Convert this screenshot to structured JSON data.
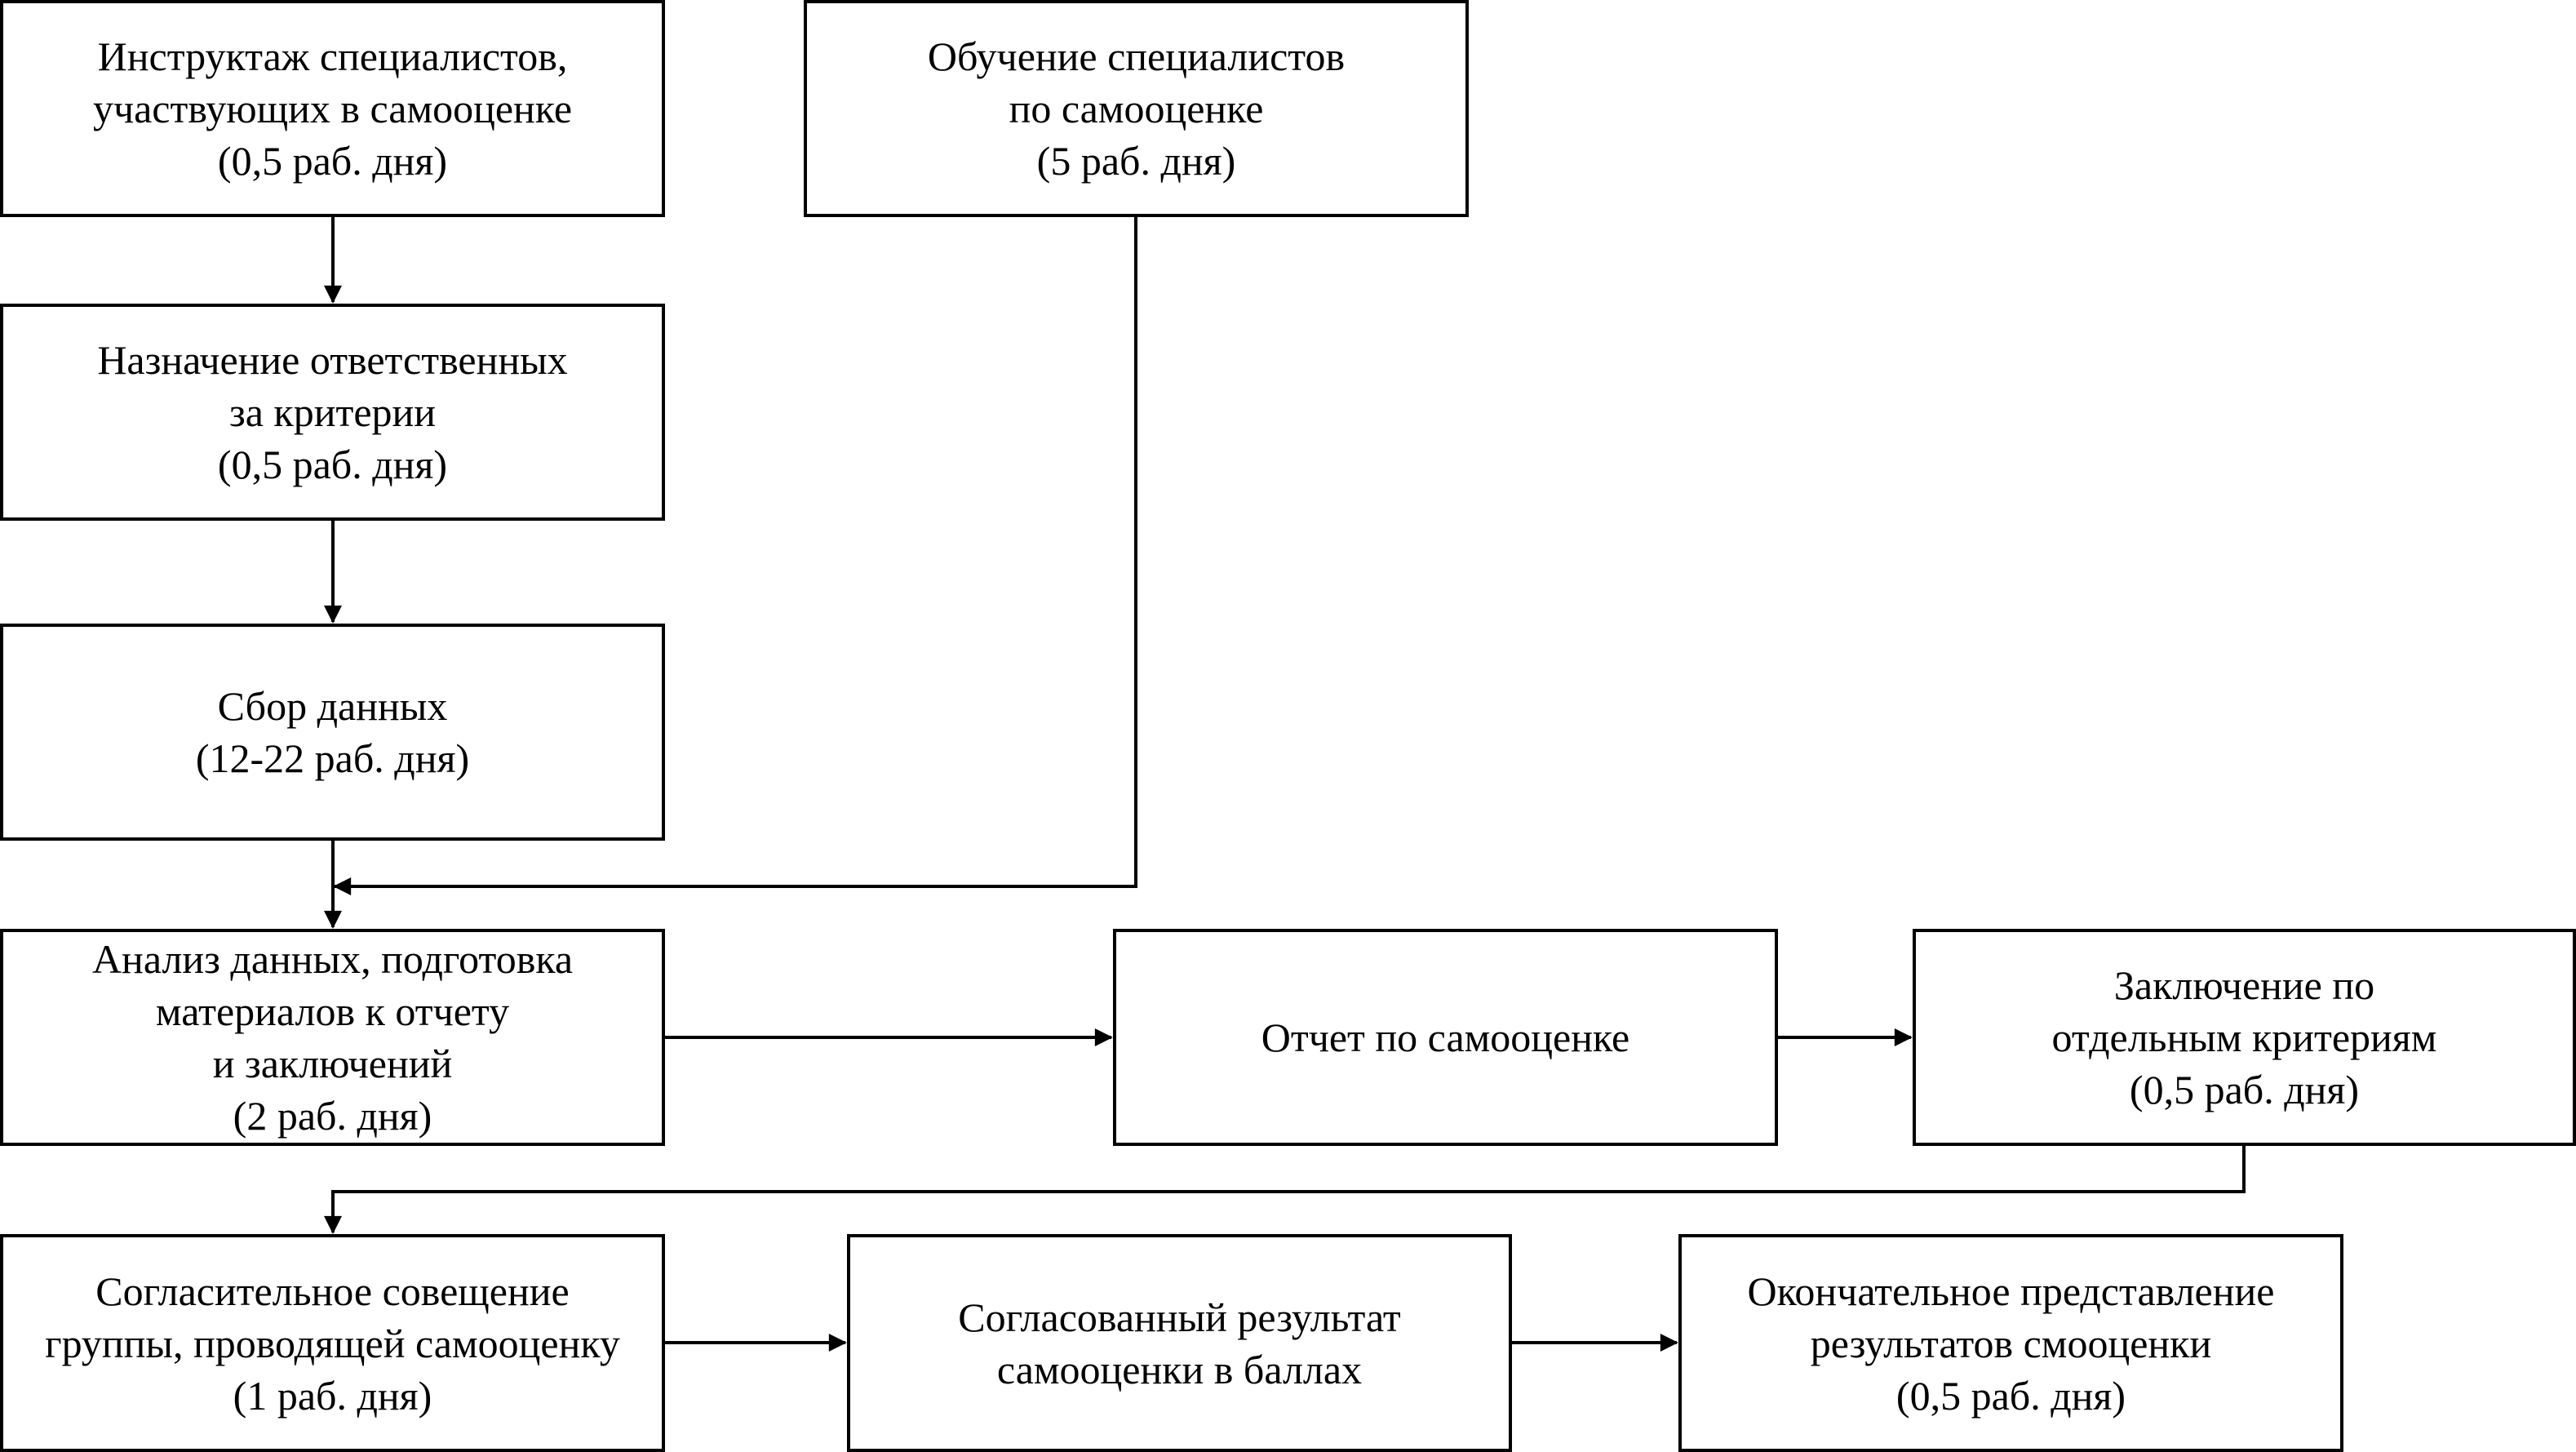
{
  "nodes": {
    "instruction": {
      "lines": [
        "Инструктаж специалистов,",
        "участвующих в самооценке",
        "(0,5 раб. дня)"
      ]
    },
    "training": {
      "lines": [
        "Обучение специалистов",
        "по самооценке",
        "(5 раб. дня)"
      ]
    },
    "assignment": {
      "lines": [
        "Назначение ответственных",
        "за критерии",
        "(0,5 раб. дня)"
      ]
    },
    "collection": {
      "lines": [
        "Сбор данных",
        "(12-22 раб. дня)"
      ]
    },
    "analysis": {
      "lines": [
        "Анализ данных, подготовка",
        "материалов к отчету",
        "и заключений",
        "(2 раб. дня)"
      ]
    },
    "report": {
      "lines": [
        "Отчет по самооценке"
      ]
    },
    "conclusion": {
      "lines": [
        "Заключение по",
        "отдельным критериям",
        "(0,5 раб. дня)"
      ]
    },
    "meeting": {
      "lines": [
        "Согласительное совещение",
        "группы, проводящей самооценку",
        "(1 раб. дня)"
      ]
    },
    "agreed": {
      "lines": [
        "Согласованный результат",
        "самооценки в баллах"
      ]
    },
    "final": {
      "lines": [
        "Окончательное представление",
        "результатов смооценки",
        "(0,5 раб. дня)"
      ]
    }
  },
  "edges": [
    {
      "from": "instruction",
      "to": "assignment"
    },
    {
      "from": "assignment",
      "to": "collection"
    },
    {
      "from": "collection",
      "to": "analysis"
    },
    {
      "from": "training",
      "to": "analysis"
    },
    {
      "from": "analysis",
      "to": "report"
    },
    {
      "from": "report",
      "to": "conclusion"
    },
    {
      "from": "conclusion",
      "to": "meeting"
    },
    {
      "from": "meeting",
      "to": "agreed"
    },
    {
      "from": "agreed",
      "to": "final"
    }
  ]
}
